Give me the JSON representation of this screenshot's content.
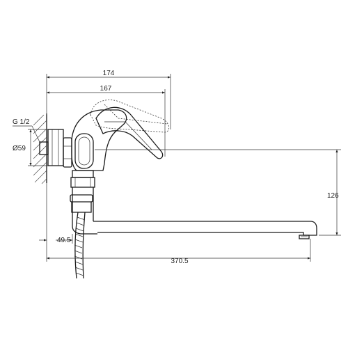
{
  "dimensions": {
    "overall_width": "174",
    "body_width": "167",
    "thread": "G 1/2",
    "diameter": "Ø59",
    "spout_height": "126",
    "min_offset": "49.5",
    "spout_length": "370.5"
  }
}
